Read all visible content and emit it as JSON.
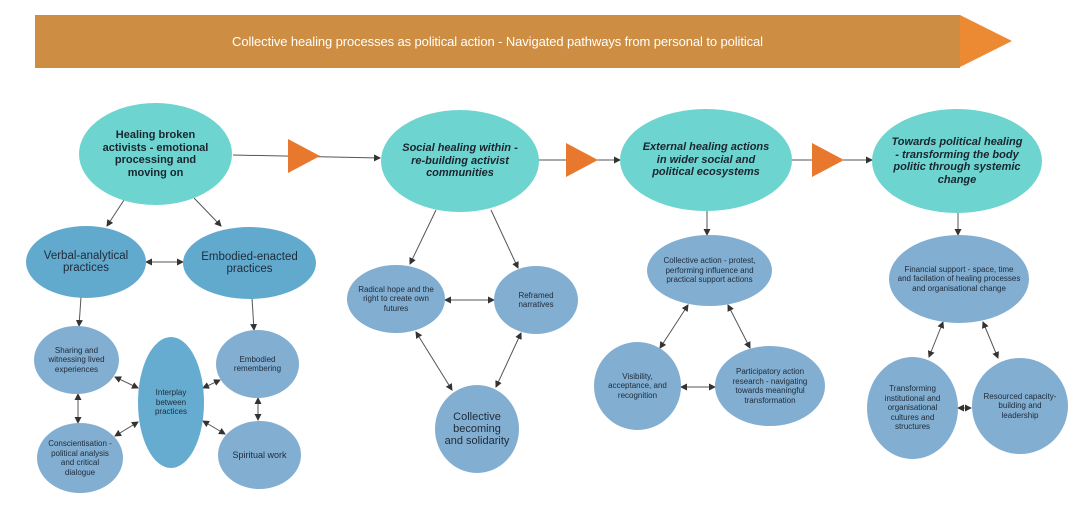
{
  "banner": {
    "title": "Collective healing processes as political action - Navigated pathways from personal to political",
    "color": "#cd8d42",
    "tip_color": "#ec8a33"
  },
  "colors": {
    "stage_node": "#6dd4cf",
    "practice_node": "#62aacd",
    "sub_node": "#82aed1",
    "stage_arrow": "#e8782e",
    "connector": "#333333"
  },
  "stages": [
    {
      "title": "Healing broken activists - emotional processing and moving on",
      "practices": [
        {
          "label": "Verbal-analytical practices"
        },
        {
          "label": "Embodied-enacted practices"
        }
      ],
      "items": [
        {
          "label": "Sharing and witnessing lived experiences"
        },
        {
          "label": "Conscientisation - political analysis and critical dialogue"
        },
        {
          "label": "Interplay between practices"
        },
        {
          "label": "Embodied remembering"
        },
        {
          "label": "Spiritual work"
        }
      ]
    },
    {
      "title": "Social healing within - re-building activist communities",
      "items": [
        {
          "label": "Radical hope and the right to create own futures"
        },
        {
          "label": "Reframed narratives"
        },
        {
          "label": "Collective becoming and solidarity"
        }
      ]
    },
    {
      "title": "External healing actions in wider social and political ecosystems",
      "items": [
        {
          "label": "Collective action - protest, performing influence and practical support actions"
        },
        {
          "label": "Visibility, acceptance, and recognition"
        },
        {
          "label": "Participatory action research - navigating towards meaningful transformation"
        }
      ]
    },
    {
      "title": "Towards political healing - transforming the body politic through systemic change",
      "items": [
        {
          "label": "Financial support - space, time and facilation of healing processes and organisational change"
        },
        {
          "label": "Transforming institutional and organisational cultures and structures"
        },
        {
          "label": "Resourced capacity-building and leadership"
        }
      ]
    }
  ]
}
